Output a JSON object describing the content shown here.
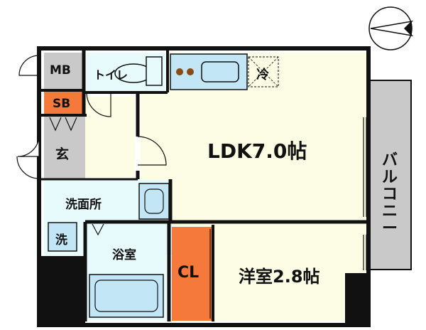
{
  "rooms": {
    "mb": "MB",
    "toilet": "トイレ",
    "fridge": "冷",
    "sb": "SB",
    "ldk": "LDK7.0帖",
    "entrance": "玄",
    "washroom": "洗面所",
    "washer": "洗",
    "bathroom": "浴室",
    "closet": "CL",
    "western_room": "洋室2.8帖",
    "balcony": "バルコニー"
  },
  "compass_icon": "north-arrow-icon",
  "colors": {
    "ldk_floor": "#fdfde6",
    "wet_area": "#e7fbfd",
    "closet_orange": "#f4793a",
    "entrance_gray": "#c9c9c9",
    "storage_gray": "#c9c9c9",
    "balcony_gray": "#c9c9c9",
    "kitchen_blue": "#c3e6f7",
    "wall": "#111111"
  }
}
